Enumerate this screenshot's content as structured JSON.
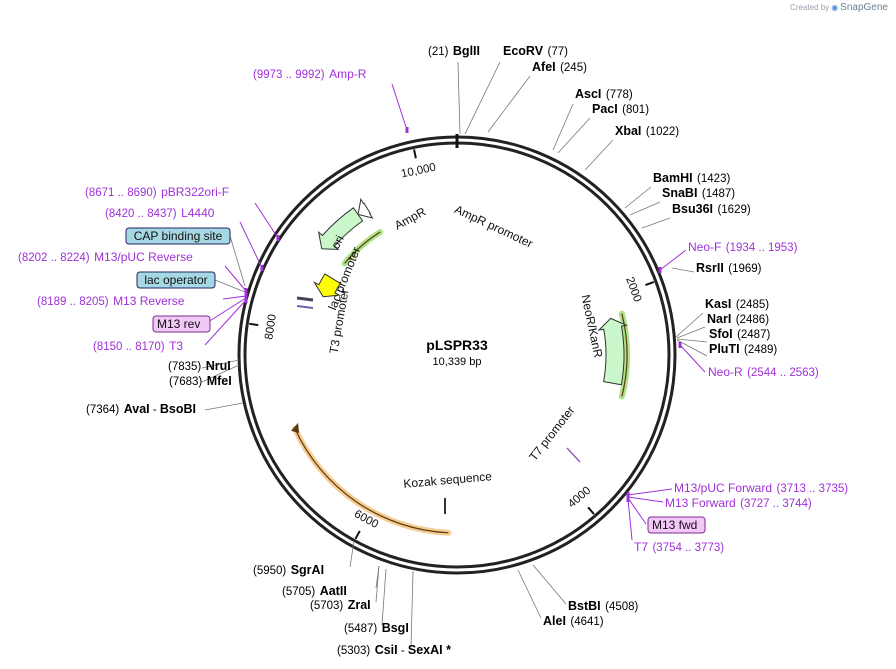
{
  "brand": {
    "created_by": "Created by",
    "name": "SnapGene"
  },
  "plasmid": {
    "name": "pLSPR33",
    "length": "10,339 bp",
    "total_bp": 10339
  },
  "ticks": [
    {
      "bp": 2000,
      "label": "2000"
    },
    {
      "bp": 4000,
      "label": "4000"
    },
    {
      "bp": 6000,
      "label": "6000"
    },
    {
      "bp": 8000,
      "label": "8000"
    },
    {
      "bp": 10000,
      "label": "10,000"
    }
  ],
  "enzymes": [
    {
      "name": "BglII",
      "pos": "(21)",
      "bp": 21,
      "side": "left"
    },
    {
      "name": "EcoRV",
      "pos": "(77)",
      "bp": 77,
      "side": "right"
    },
    {
      "name": "AfeI",
      "pos": "(245)",
      "bp": 245,
      "side": "right"
    },
    {
      "name": "AscI",
      "pos": "(778)",
      "bp": 778,
      "side": "right"
    },
    {
      "name": "PacI",
      "pos": "(801)",
      "bp": 801,
      "side": "right"
    },
    {
      "name": "XbaI",
      "pos": "(1022)",
      "bp": 1022,
      "side": "right"
    },
    {
      "name": "BamHI",
      "pos": "(1423)",
      "bp": 1423,
      "side": "right"
    },
    {
      "name": "SnaBI",
      "pos": "(1487)",
      "bp": 1487,
      "side": "right"
    },
    {
      "name": "Bsu36I",
      "pos": "(1629)",
      "bp": 1629,
      "side": "right"
    },
    {
      "name": "RsrII",
      "pos": "(1969)",
      "bp": 1969,
      "side": "right"
    },
    {
      "name": "KasI",
      "pos": "(2485)",
      "bp": 2485,
      "side": "right"
    },
    {
      "name": "NarI",
      "pos": "(2486)",
      "bp": 2486,
      "side": "right"
    },
    {
      "name": "SfoI",
      "pos": "(2487)",
      "bp": 2487,
      "side": "right"
    },
    {
      "name": "PluTI",
      "pos": "(2489)",
      "bp": 2489,
      "side": "right"
    },
    {
      "name": "BstBI",
      "pos": "(4508)",
      "bp": 4508,
      "side": "right"
    },
    {
      "name": "AleI",
      "pos": "(4641)",
      "bp": 4641,
      "side": "right"
    },
    {
      "name": "CsiI",
      "name2": "SexAI *",
      "pos": "(5303)",
      "bp": 5303,
      "side": "left"
    },
    {
      "name": "BsgI",
      "pos": "(5487)",
      "bp": 5487,
      "side": "left"
    },
    {
      "name": "ZraI",
      "pos": "(5703)",
      "bp": 5703,
      "side": "left"
    },
    {
      "name": "AatII",
      "pos": "(5705)",
      "bp": 5705,
      "side": "left"
    },
    {
      "name": "SgrAI",
      "pos": "(5950)",
      "bp": 5950,
      "side": "left"
    },
    {
      "name": "AvaI",
      "name2": "BsoBI",
      "pos": "(7364)",
      "bp": 7364,
      "side": "left"
    },
    {
      "name": "MfeI",
      "pos": "(7683)",
      "bp": 7683,
      "side": "left"
    },
    {
      "name": "NruI",
      "pos": "(7835)",
      "bp": 7835,
      "side": "left"
    }
  ],
  "primers": [
    {
      "name": "Amp-R",
      "pos": "(9973 .. 9992)",
      "bp": 9982,
      "side": "left"
    },
    {
      "name": "pBR322ori-F",
      "pos": "(8671 .. 8690)",
      "bp": 8680,
      "side": "left"
    },
    {
      "name": "L4440",
      "pos": "(8420 .. 8437)",
      "bp": 8428,
      "side": "left"
    },
    {
      "name": "M13/pUC Reverse",
      "pos": "(8202 .. 8224)",
      "bp": 8213,
      "side": "left"
    },
    {
      "name": "M13 Reverse",
      "pos": "(8189 .. 8205)",
      "bp": 8197,
      "side": "left"
    },
    {
      "name": "M13 rev",
      "pos": "",
      "bp": 8180,
      "side": "left",
      "boxed": true
    },
    {
      "name": "T3",
      "pos": "(8150 .. 8170)",
      "bp": 8160,
      "side": "left"
    },
    {
      "name": "Neo-F",
      "pos": "(1934 .. 1953)",
      "bp": 1943,
      "side": "right"
    },
    {
      "name": "Neo-R",
      "pos": "(2544 .. 2563)",
      "bp": 2553,
      "side": "right"
    },
    {
      "name": "M13/pUC Forward",
      "pos": "(3713 .. 3735)",
      "bp": 3724,
      "side": "right"
    },
    {
      "name": "M13 Forward",
      "pos": "(3727 .. 3744)",
      "bp": 3735,
      "side": "right"
    },
    {
      "name": "M13 fwd",
      "pos": "",
      "bp": 3740,
      "side": "right",
      "boxed": true
    },
    {
      "name": "T7",
      "pos": "(3754 .. 3773)",
      "bp": 3763,
      "side": "right"
    }
  ],
  "boxed_features": [
    {
      "name": "CAP binding site",
      "bp": 8300
    },
    {
      "name": "lac operator",
      "bp": 8230
    }
  ],
  "features": [
    {
      "name": "AmpR promoter",
      "color": "#ffffff",
      "start": 9330,
      "end": 9435,
      "ring": 0.8
    },
    {
      "name": "AmpR",
      "color": "#c9f7c9",
      "start": 8850,
      "end": 9330,
      "ring": 0.8
    },
    {
      "name": "ori",
      "color": "#ffff00",
      "start": 8430,
      "end": 8660,
      "ring": 0.67
    },
    {
      "name": "NeoR/KanR",
      "color": "#c9f7c9",
      "start": 2200,
      "end": 2880,
      "ring": 0.73
    },
    {
      "name": "lac promoter",
      "start": 8270,
      "ring": 0.62
    },
    {
      "name": "T3 promoter",
      "start": 8160,
      "ring": 0.6
    },
    {
      "name": "T7 promoter",
      "start": 3660,
      "ring": 0.72
    },
    {
      "name": "Kozak sequence",
      "start": 5150,
      "ring": 0.4
    }
  ],
  "highlight_arcs": [
    {
      "color": "#6aca2a",
      "start": 8880,
      "end": 9420
    },
    {
      "color": "#6aca2a",
      "start": 2180,
      "end": 2990
    },
    {
      "color": "#f0a33a",
      "start": 5250,
      "end": 7050
    }
  ]
}
